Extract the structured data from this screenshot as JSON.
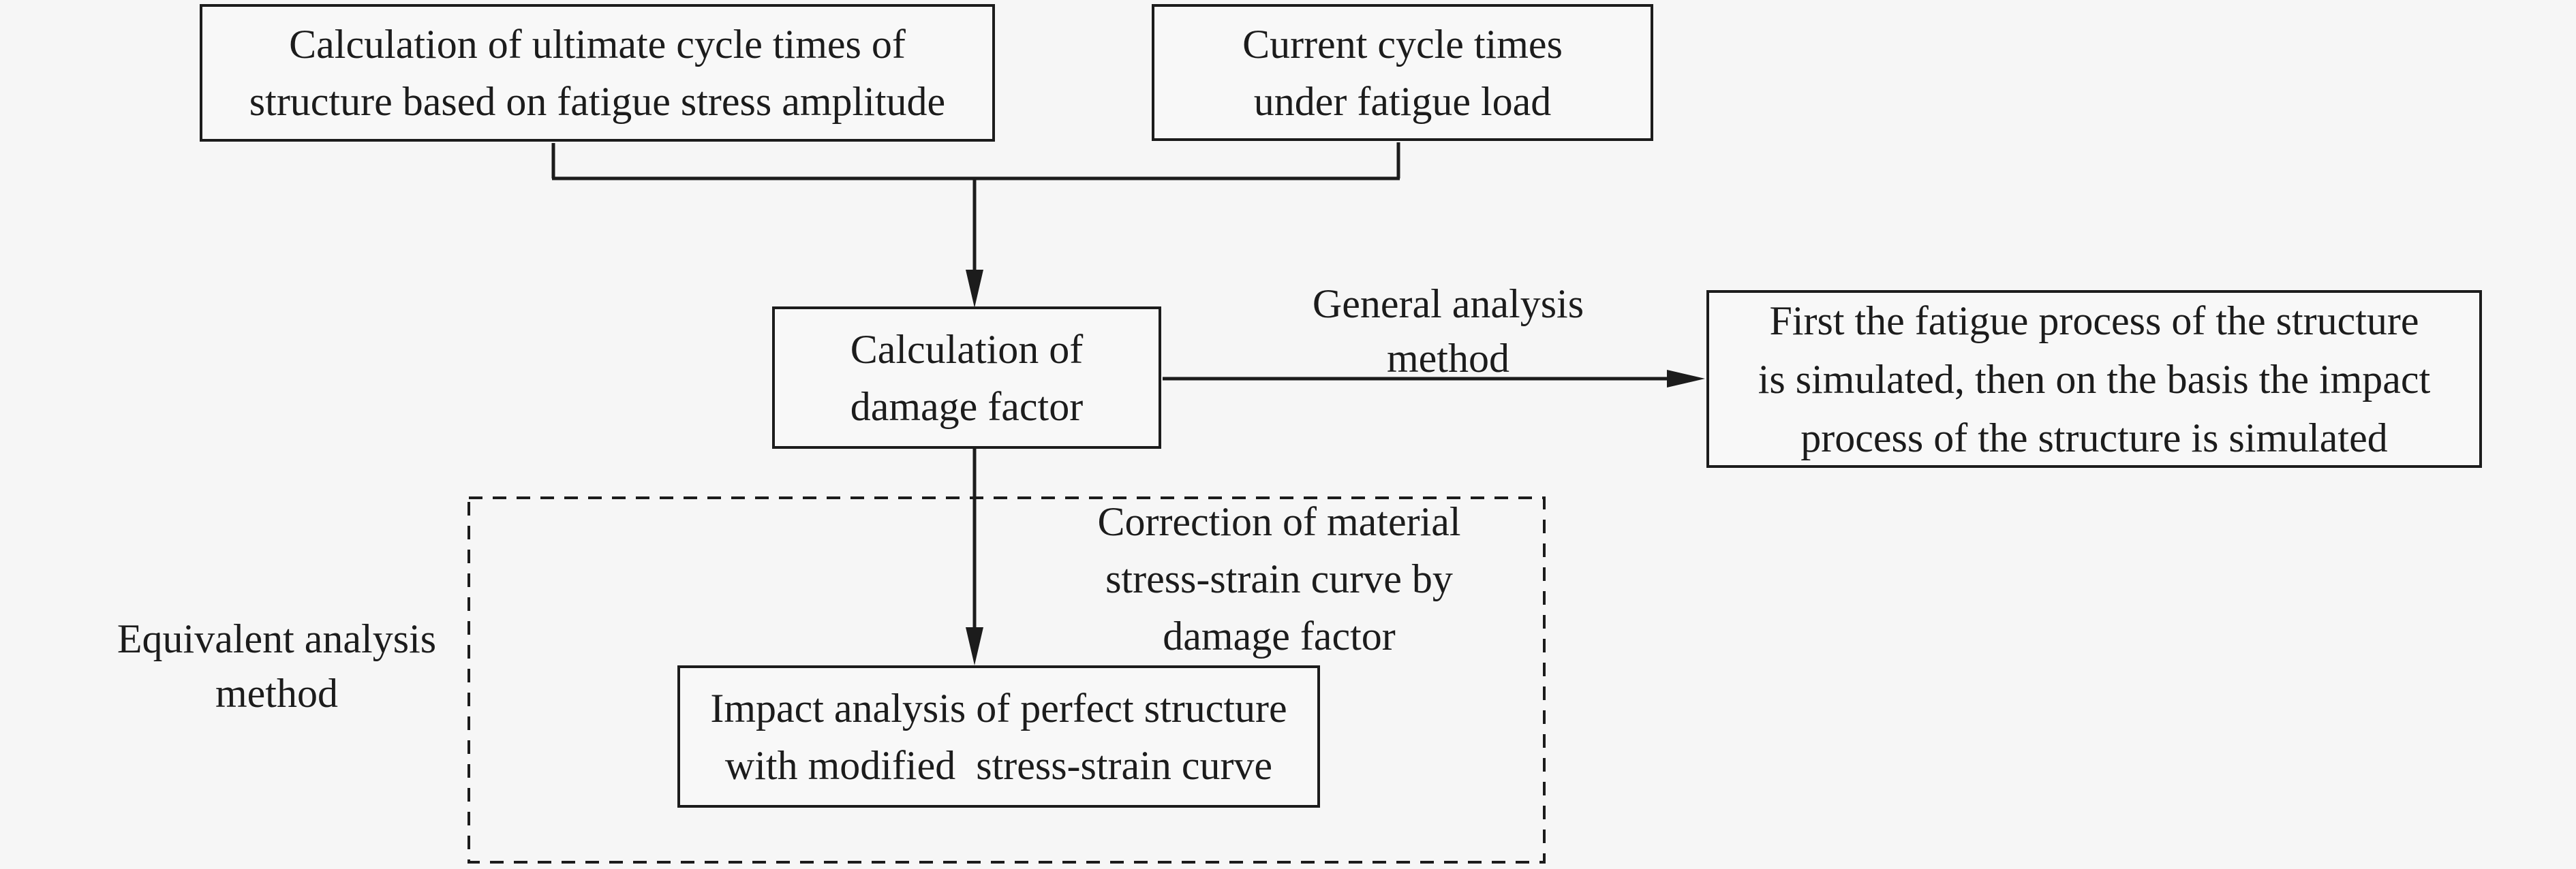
{
  "diagram": {
    "title": "fatigue-impact-analysis-flowchart",
    "boxes": {
      "ultimate_cycle": {
        "text": "Calculation of ultimate cycle times of\nstructure based on fatigue stress amplitude"
      },
      "current_cycle": {
        "text": "Current cycle times\nunder fatigue load"
      },
      "damage_factor": {
        "text": "Calculation of\ndamage factor"
      },
      "general_result": {
        "text": "First the fatigue process of the structure\nis simulated, then on the basis the impact\nprocess of the structure is simulated"
      },
      "impact_analysis": {
        "text": "Impact analysis of perfect structure\nwith modified  stress-strain curve"
      }
    },
    "labels": {
      "general_method": {
        "text": "General analysis\nmethod"
      },
      "equivalent_method": {
        "text": "Equivalent analysis\nmethod"
      },
      "correction": {
        "text": "Correction of material\nstress-strain curve by\ndamage factor"
      }
    },
    "colors": {
      "line": "#1c1c1c",
      "background": "#f6f6f6",
      "box_fill": "#f8f8f8"
    }
  }
}
